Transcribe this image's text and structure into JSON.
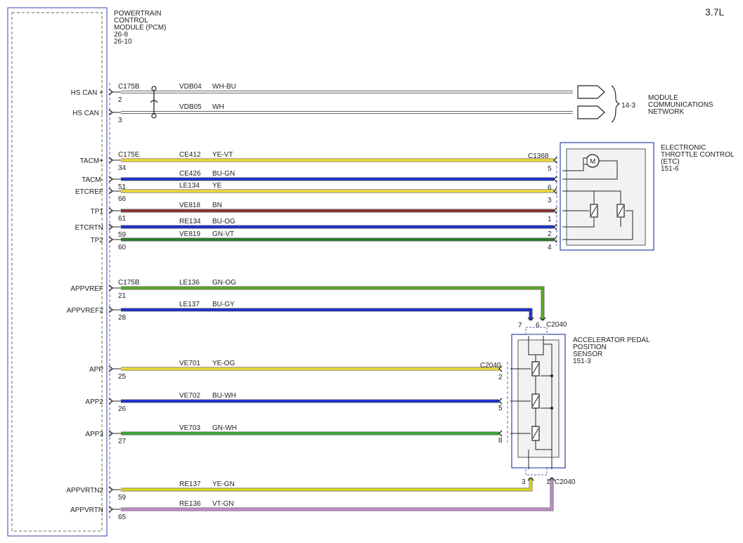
{
  "engine": "3.7L",
  "pcm": {
    "title": [
      "POWERTRAIN",
      "CONTROL",
      "MODULE (PCM)",
      "26-8",
      "26-10"
    ]
  },
  "module_network": {
    "ref": "14-3",
    "title": [
      "MODULE",
      "COMMUNICATIONS",
      "NETWORK"
    ]
  },
  "etc": {
    "title": [
      "ELECTRONIC",
      "THROTTLE CONTROL",
      "(ETC)",
      "151-6"
    ],
    "connector": "C1368",
    "motor_label": "M"
  },
  "apps": {
    "title": [
      "ACCELERATOR PEDAL",
      "POSITION",
      "SENSOR",
      "151-3"
    ],
    "connector": "C2040"
  },
  "colors": {
    "WH-BU": "#ffffff",
    "WH": "#ffffff",
    "YE-VT": "#f0dc38",
    "BU-GN": "#1b2fcf",
    "YE": "#f0dc38",
    "BN": "#8b3030",
    "BU-OG": "#1b2fcf",
    "GN-VT": "#2a7a2a",
    "GN-OG": "#5aaa20",
    "BU-GY": "#1b2fcf",
    "YE-OG": "#f0dc38",
    "BU-WH": "#1b2fcf",
    "GN-WH": "#3aaa3a",
    "YE-GN": "#d8d820",
    "VT-GN": "#c28ccc"
  },
  "circuits": [
    {
      "id": "hscanp",
      "signal": "HS CAN +",
      "pin": "2",
      "connector": "C175B",
      "circuit": "VDB04",
      "color": "WH-BU"
    },
    {
      "id": "hscanm",
      "signal": "HS CAN -",
      "pin": "3",
      "circuit": "VDB05",
      "color": "WH"
    },
    {
      "id": "tacmp",
      "signal": "TACM+",
      "pin": "34",
      "connector": "C175E",
      "circuit": "CE412",
      "color": "YE-VT",
      "far_pin": "5"
    },
    {
      "id": "tacmm",
      "signal": "TACM-",
      "pin": "51",
      "circuit": "CE426",
      "color": "BU-GN",
      "far_pin": "6"
    },
    {
      "id": "etcref",
      "signal": "ETCREF",
      "pin": "66",
      "circuit": "LE134",
      "color": "YE",
      "far_pin": "3"
    },
    {
      "id": "tp1",
      "signal": "TP1",
      "pin": "61",
      "circuit": "VE818",
      "color": "BN",
      "far_pin": "1"
    },
    {
      "id": "etcrtn",
      "signal": "ETCRTN",
      "pin": "59",
      "circuit": "RE134",
      "color": "BU-OG",
      "far_pin": "2"
    },
    {
      "id": "tp2",
      "signal": "TP2",
      "pin": "60",
      "circuit": "VE819",
      "color": "GN-VT",
      "far_pin": "4"
    },
    {
      "id": "appvref",
      "signal": "APPVREF",
      "pin": "21",
      "connector": "C175B",
      "circuit": "LE136",
      "color": "GN-OG",
      "far_pin": "6"
    },
    {
      "id": "appvref2",
      "signal": "APPVREF2",
      "pin": "28",
      "circuit": "LE137",
      "color": "BU-GY",
      "far_pin": "7"
    },
    {
      "id": "app",
      "signal": "APP",
      "pin": "25",
      "circuit": "VE701",
      "color": "YE-OG",
      "far_pin": "2"
    },
    {
      "id": "app2",
      "signal": "APP2",
      "pin": "26",
      "circuit": "VE702",
      "color": "BU-WH",
      "far_pin": "5"
    },
    {
      "id": "app3",
      "signal": "APP3",
      "pin": "27",
      "circuit": "VE703",
      "color": "GN-WH",
      "far_pin": "8"
    },
    {
      "id": "appvrtn2",
      "signal": "APPVRTN2",
      "pin": "59",
      "circuit": "RE137",
      "color": "YE-GN",
      "far_pin": "3"
    },
    {
      "id": "appvrtn",
      "signal": "APPVRTN",
      "pin": "65",
      "circuit": "RE136",
      "color": "VT-GN",
      "far_pin": "1"
    }
  ]
}
